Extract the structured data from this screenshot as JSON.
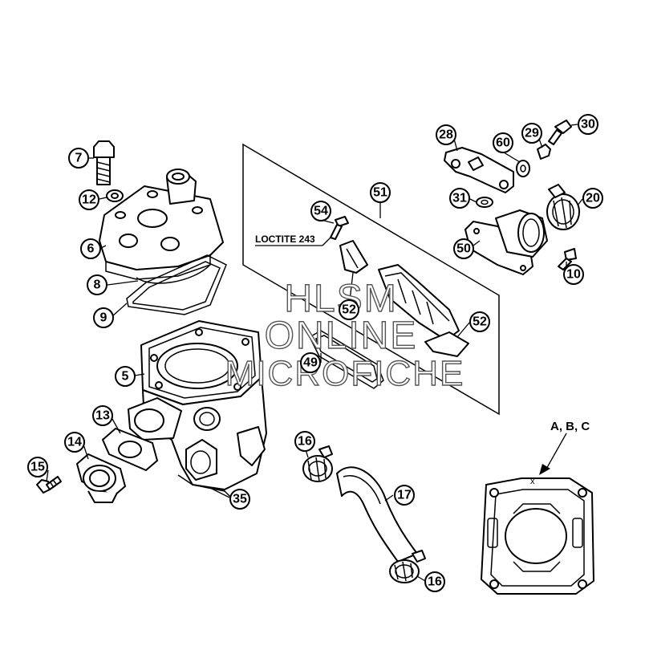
{
  "callouts": {
    "c5": "5",
    "c6": "6",
    "c7": "7",
    "c8": "8",
    "c9": "9",
    "c10": "10",
    "c12": "12",
    "c13": "13",
    "c14": "14",
    "c15": "15",
    "c16a": "16",
    "c16b": "16",
    "c17": "17",
    "c20": "20",
    "c28": "28",
    "c29": "29",
    "c30": "30",
    "c31": "31",
    "c35": "35",
    "c49": "49",
    "c50": "50",
    "c51": "51",
    "c52a": "52",
    "c52b": "52",
    "c54": "54",
    "c60": "60"
  },
  "labels": {
    "loctite": "LOCTITE 243",
    "abc": "A, B, C",
    "x_mark": "x"
  },
  "watermark": {
    "line1": "HLSM",
    "line2": "ONLINE",
    "line3": "MICROFICHE"
  }
}
